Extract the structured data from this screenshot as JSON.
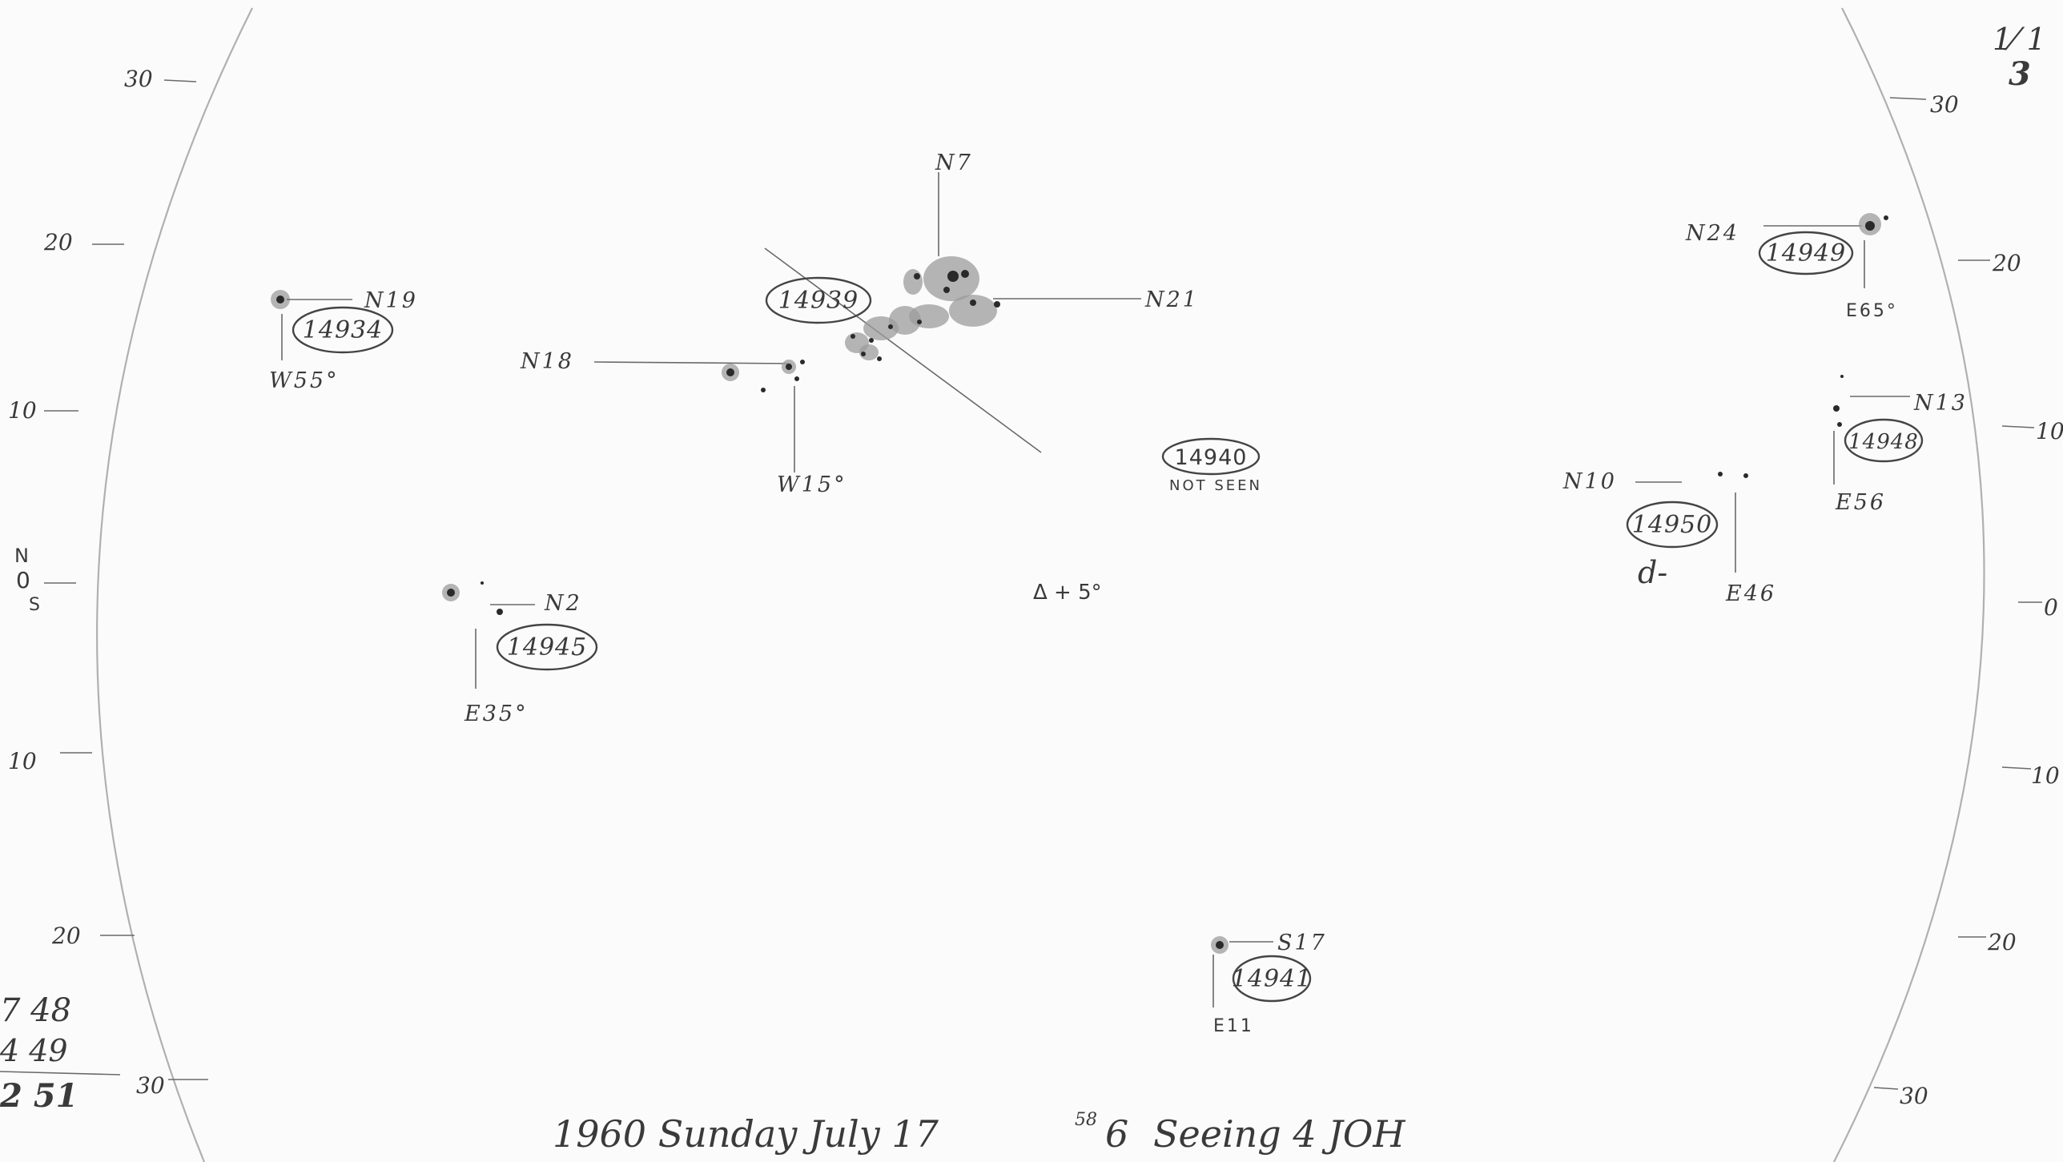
{
  "sheet": {
    "caption": "1960 Sunday July 17",
    "time_hours": "58",
    "time_suffix": "6",
    "seeing": "Seeing 4 JOH",
    "corner_top": "1⁄ 1",
    "corner_bottom": "3",
    "center_mark": "Δ + 5°"
  },
  "scale_left": [
    {
      "label": "30"
    },
    {
      "label": "20"
    },
    {
      "label": "10"
    },
    {
      "label": "N",
      "sub": "0",
      "sub2": "S"
    },
    {
      "label": "10"
    },
    {
      "label": "20"
    },
    {
      "label": "30"
    }
  ],
  "scale_right": [
    {
      "label": "30"
    },
    {
      "label": "20"
    },
    {
      "label": "10"
    },
    {
      "label": "0"
    },
    {
      "label": "10"
    },
    {
      "label": "20"
    },
    {
      "label": "30"
    }
  ],
  "tally": [
    "7 48",
    "4 49",
    "2 51"
  ],
  "groups": [
    {
      "number": "14934",
      "lat": "N19",
      "lon": "W55°",
      "status": ""
    },
    {
      "number": "14939",
      "lat": "N7",
      "lon": "",
      "status": ""
    },
    {
      "number": "",
      "lat": "N21",
      "lon": "",
      "status": ""
    },
    {
      "number": "",
      "lat": "N18",
      "lon": "W15°",
      "status": ""
    },
    {
      "number": "14940",
      "lat": "",
      "lon": "",
      "status": "NOT SEEN"
    },
    {
      "number": "14945",
      "lat": "N2",
      "lon": "E35°",
      "status": ""
    },
    {
      "number": "14941",
      "lat": "S17",
      "lon": "E11",
      "status": ""
    },
    {
      "number": "14949",
      "lat": "N24",
      "lon": "E65°",
      "status": ""
    },
    {
      "number": "14948",
      "lat": "N13",
      "lon": "E56",
      "status": ""
    },
    {
      "number": "14950",
      "lat": "N10",
      "lon": "E46",
      "status": "d-"
    }
  ],
  "colors": {
    "paper": "#fbfbfb",
    "pencil": "#3a3a3a",
    "limb": "#b0b0b0"
  }
}
